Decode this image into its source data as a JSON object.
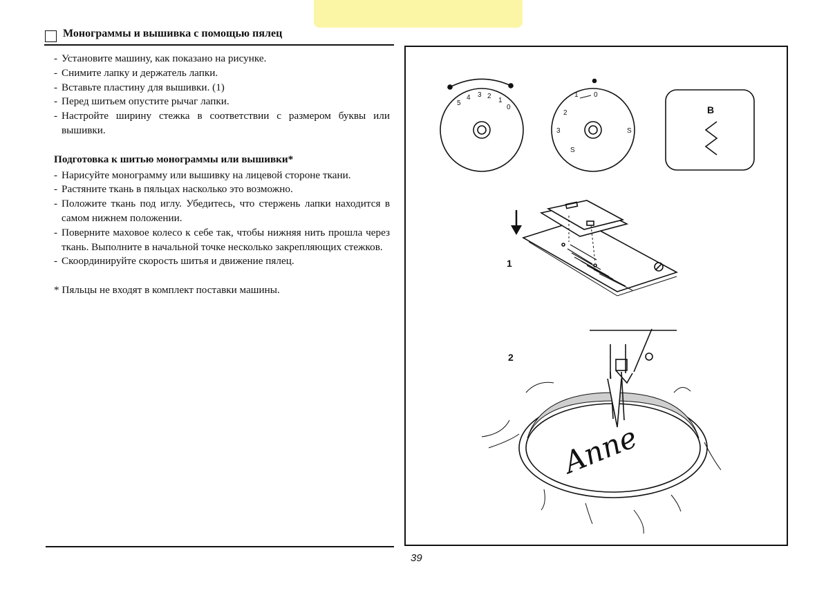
{
  "header": {
    "title": "Монограммы и вышивка с помощью пялец"
  },
  "steps": [
    "Установите машину, как показано на рисунке.",
    "Снимите лапку и держатель лапки.",
    "Вставьте пластину для вышивки. (1)",
    "Перед шитьем опустите рычаг лапки.",
    "Настройте ширину стежка в соответствии с размером буквы или вышивки."
  ],
  "preparation": {
    "heading": "Подготовка к шитью монограммы или вышивки*",
    "steps": [
      "Нарисуйте монограмму или вышивку на лицевой стороне ткани.",
      "Растяните ткань в пяльцах насколько это возможно.",
      "Положите ткань под иглу. Убедитесь, что стержень лапки находится в самом нижнем положении.",
      "Поверните маховое колесо к себе так, чтобы нижняя нить прошла через ткань. Выполните в начальной точке несколько закрепляющих стежков.",
      "Скоординируйте скорость шитья и движение пялец."
    ]
  },
  "footnote": "* Пяльцы не входят в комплект поставки машины.",
  "page_number": "39",
  "figure": {
    "dial_width_labels": [
      "5",
      "4",
      "3",
      "2",
      "1",
      "0"
    ],
    "dial_length_labels": [
      "1",
      "0",
      "2",
      "3",
      "S",
      "S"
    ],
    "panel_letter": "B",
    "callout_1": "1",
    "callout_2": "2",
    "script_text": "Anne"
  },
  "colors": {
    "tab_highlight": "#fbf6a6",
    "ink": "#111111",
    "hoop_fill": "#cfcfcf"
  }
}
